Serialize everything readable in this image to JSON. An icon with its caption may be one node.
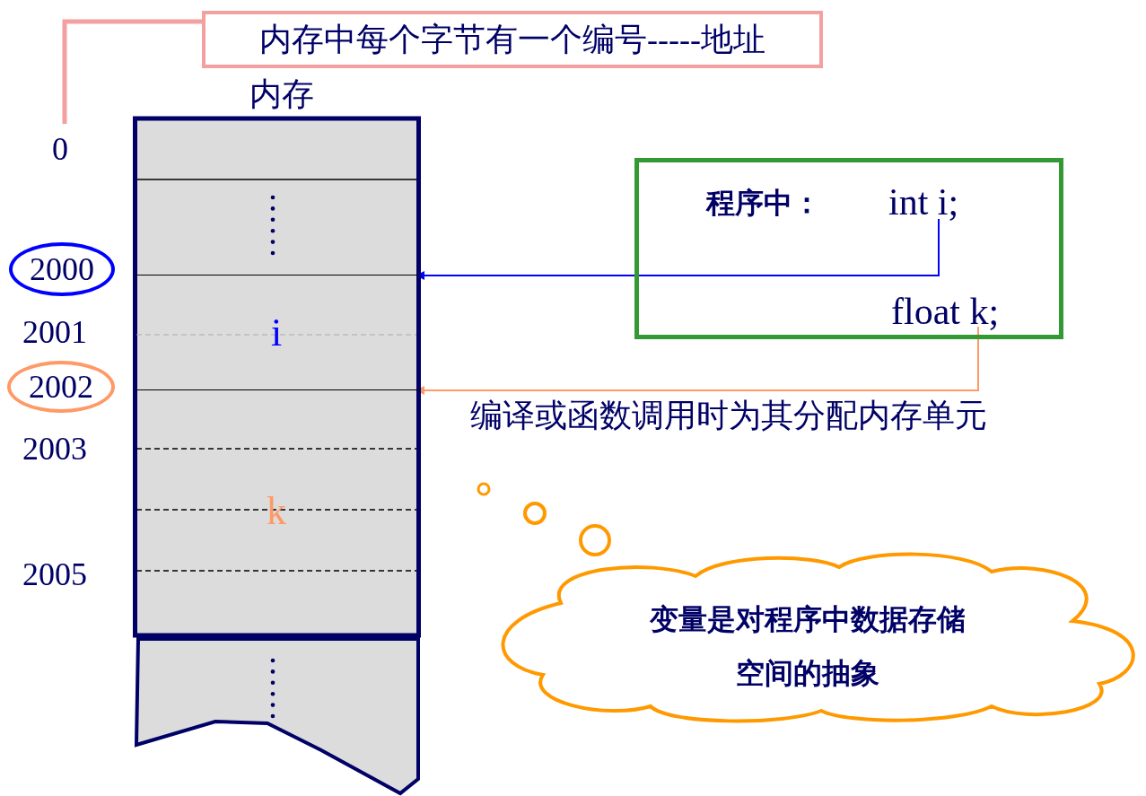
{
  "diagram": {
    "nodes": [
      {
        "text": [
          "内存中每个字节有一个编号-----地址"
        ]
      },
      {
        "text": [
          "0"
        ]
      },
      {
        "text": [
          "内存"
        ]
      },
      {
        "text": [
          "2000"
        ]
      },
      {
        "text": [
          "i"
        ],
        "in": 2
      },
      {
        "text": [
          "2002"
        ]
      },
      {
        "text": [
          "k"
        ],
        "in": 2
      },
      {
        "text": [
          "程序中："
        ]
      },
      {
        "text": [
          "int i;"
        ],
        "in": 7
      },
      {
        "text": [
          "float k;"
        ],
        "in": 7
      },
      {
        "text": [
          "变量是对程序中数据存储空间的抽象"
        ]
      }
    ],
    "edges": [
      {
        "from": 0,
        "to": 1,
        "arrow": "none",
        "style": "thick",
        "color": "#f4a0a0"
      },
      {
        "from": 8,
        "to": 4,
        "arrow": "to",
        "color": "#0000ff"
      },
      {
        "from": 9,
        "to": 6,
        "arrow": "to",
        "color": "#ff9966",
        "label": "编译或函数调用时为其分配内存单元"
      }
    ],
    "labels": [
      "2001",
      "2003",
      "2005"
    ]
  }
}
